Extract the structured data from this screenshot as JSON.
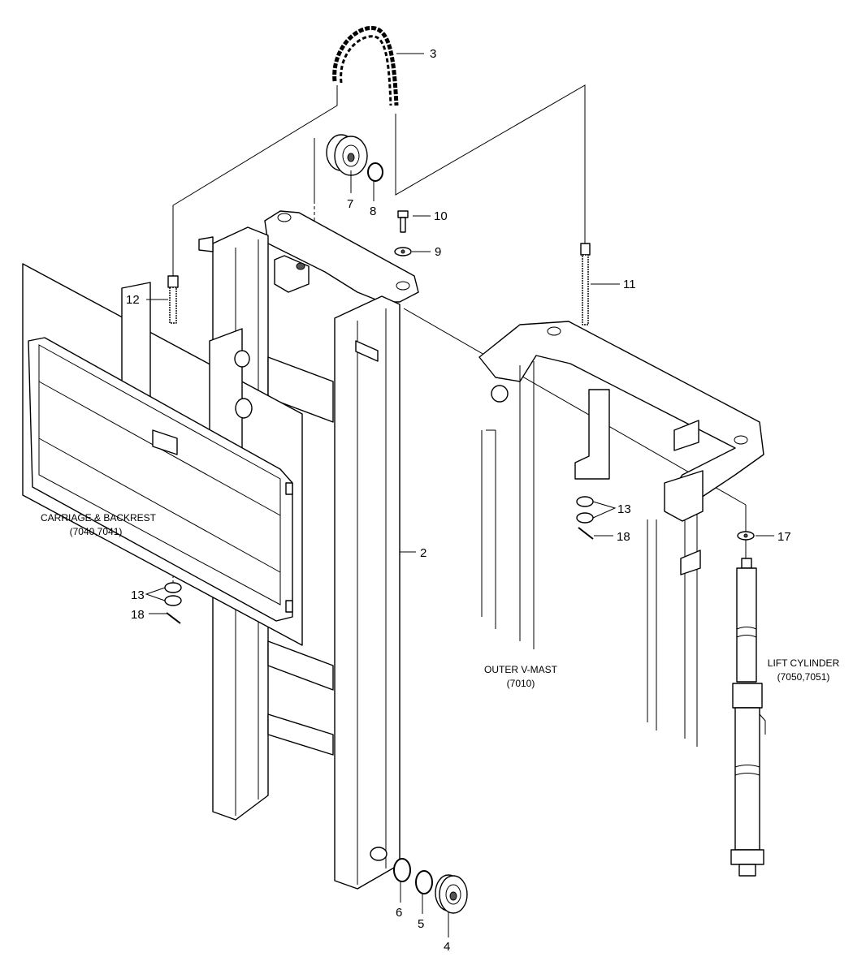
{
  "callouts": {
    "c2": "2",
    "c3": "3",
    "c4": "4",
    "c5": "5",
    "c6": "6",
    "c7": "7",
    "c8": "8",
    "c9": "9",
    "c10": "10",
    "c11": "11",
    "c12": "12",
    "c13a": "13",
    "c13b": "13",
    "c17": "17",
    "c18a": "18",
    "c18b": "18"
  },
  "captions": {
    "carriage_line1": "CARRIAGE & BACKREST",
    "carriage_line2": "(7040,7041)",
    "outer_line1": "OUTER V-MAST",
    "outer_line2": "(7010)",
    "cylinder_line1": "LIFT CYLINDER",
    "cylinder_line2": "(7050,7051)"
  }
}
